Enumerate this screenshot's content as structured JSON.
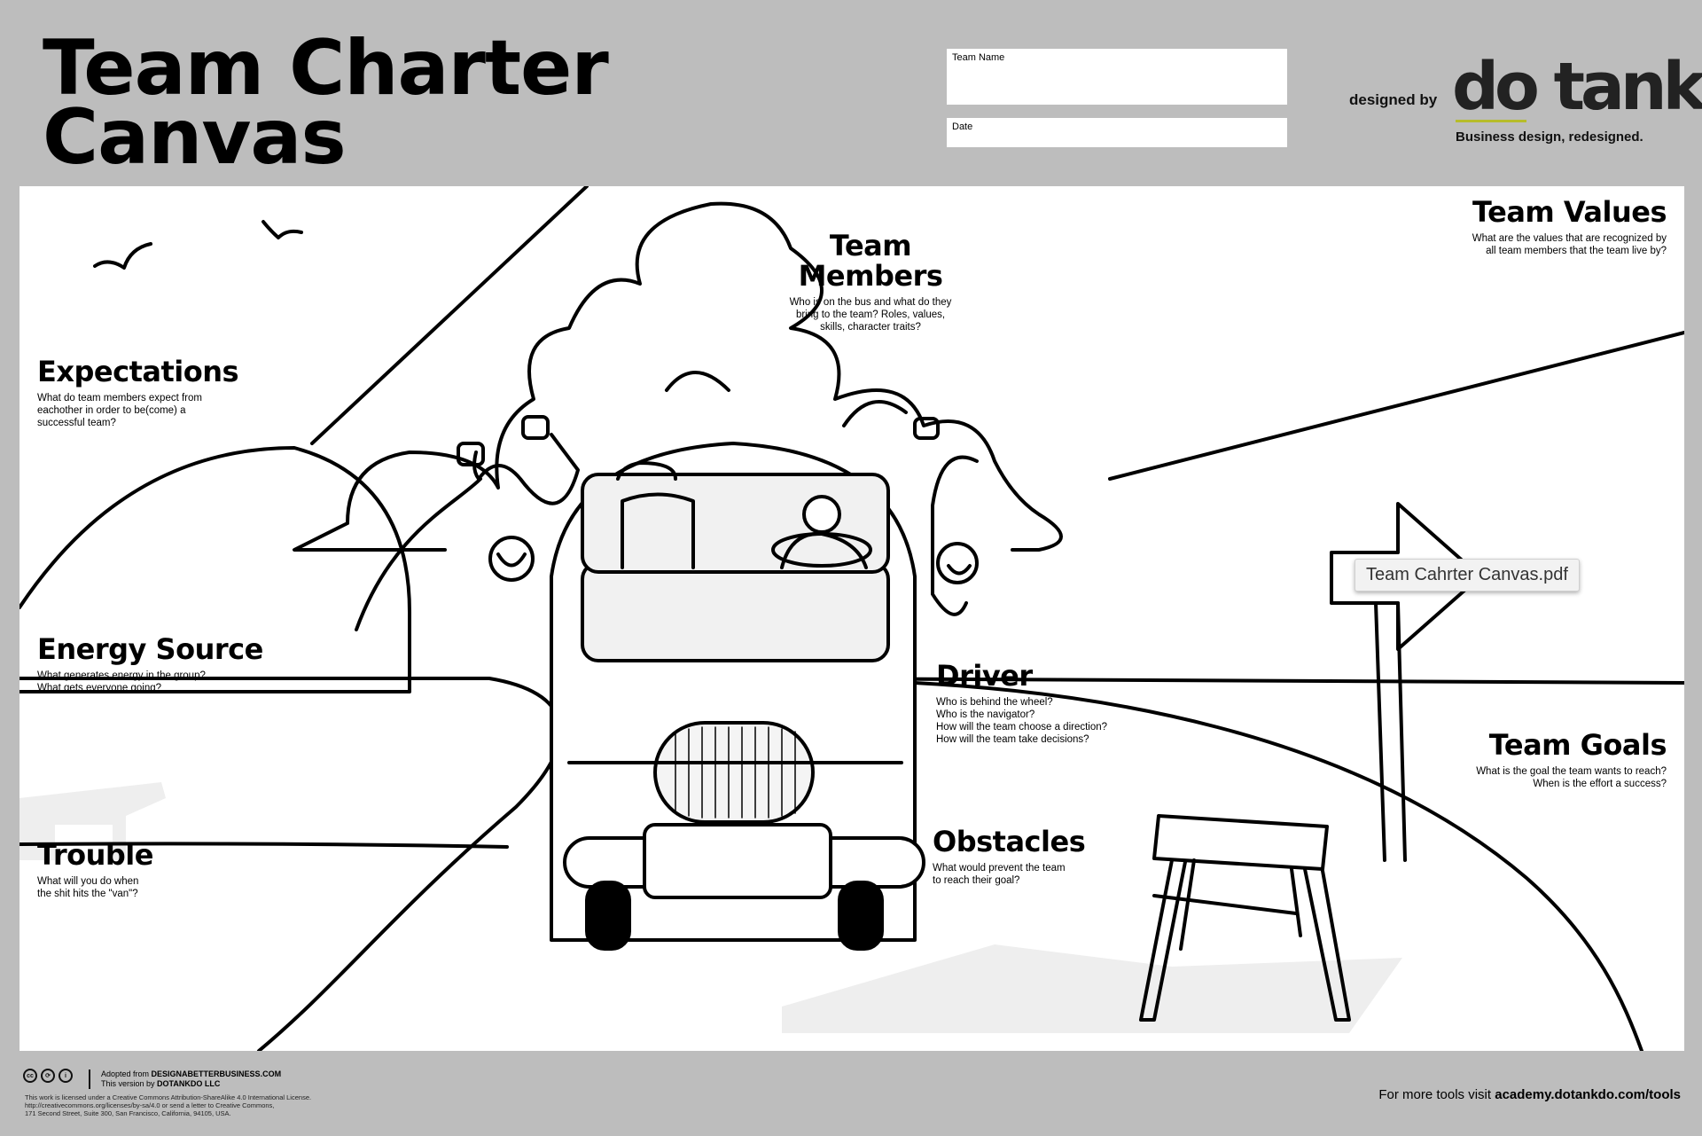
{
  "header": {
    "title_line1": "Team Charter",
    "title_line2": "Canvas",
    "team_name_label": "Team Name",
    "date_label": "Date",
    "designed_by": "designed by",
    "logo_text": "do tank",
    "tagline": "Business design, redesigned."
  },
  "sections": {
    "team_members": {
      "title_line1": "Team",
      "title_line2": "Members",
      "desc": "Who is on the bus and what do they\nbring to the team? Roles, values,\nskills, character traits?"
    },
    "team_values": {
      "title": "Team Values",
      "desc": "What are the values that are recognized by\nall team members that the team live by?"
    },
    "expectations": {
      "title": "Expectations",
      "desc": "What do team members expect from\neachother in order to be(come) a\nsuccessful team?"
    },
    "energy_source": {
      "title": "Energy Source",
      "desc": "What generates energy in the group?\nWhat gets everyone going?"
    },
    "driver": {
      "title": "Driver",
      "desc": "Who is behind the wheel?\nWho is the navigator?\nHow will the team choose a direction?\nHow will the team take decisions?"
    },
    "team_goals": {
      "title": "Team Goals",
      "desc": "What is the goal the team wants to reach?\nWhen is the effort a success?"
    },
    "trouble": {
      "title": "Trouble",
      "desc": "What will you do when\nthe shit hits the \"van\"?"
    },
    "obstacles": {
      "title": "Obstacles",
      "desc": "What would prevent the team\nto reach their goal?"
    }
  },
  "tooltip": "Team Cahrter Canvas.pdf",
  "footer": {
    "cc_icons": [
      "cc-icon",
      "attribution-icon",
      "share-alike-icon"
    ],
    "adopted_prefix": "Adopted from",
    "adopted_source": "DESIGNABETTERBUSINESS.COM",
    "version_prefix": "This version by",
    "version_source": "DOTANKDO LLC",
    "license": "This work is licensed under a Creative Commons Attribution-ShareAlike 4.0 International License.\nhttp://creativecommons.org/licenses/by-sa/4.0 or send a letter to Creative Commons,\n171 Second Street, Suite 300, San Francisco, California, 94105, USA.",
    "more_prefix": "For more tools visit",
    "more_link": "academy.dotankdo.com/tools"
  }
}
